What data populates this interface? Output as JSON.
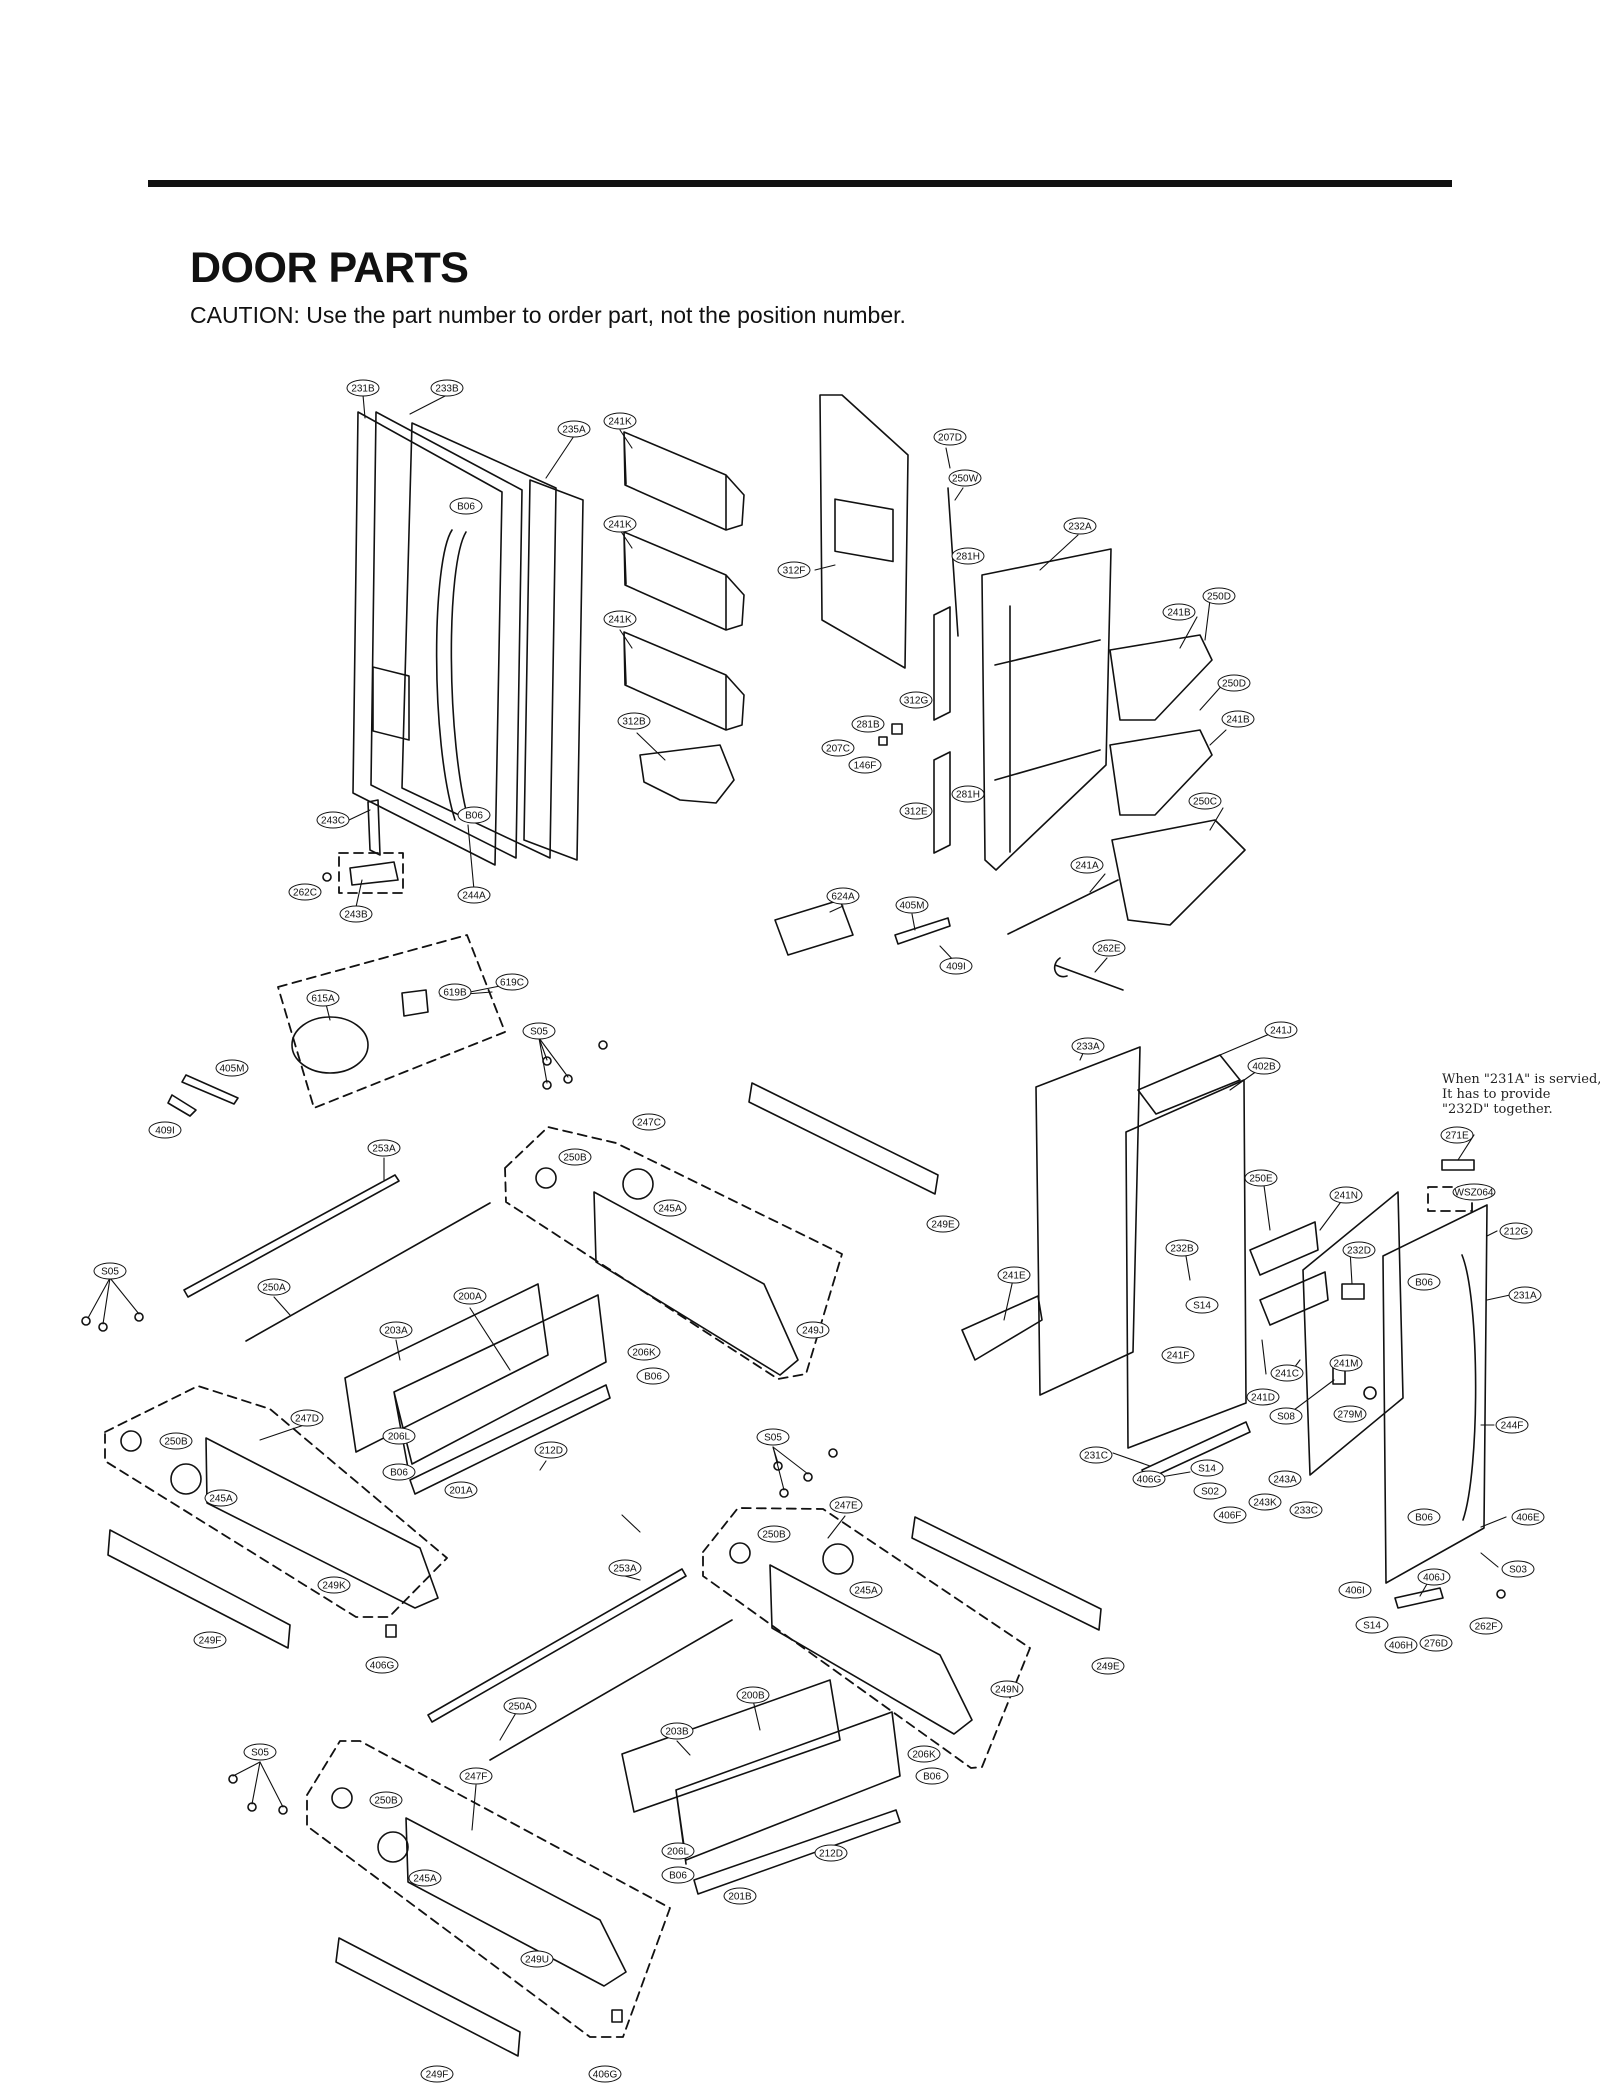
{
  "page": {
    "title": "DOOR PARTS",
    "caution": "CAUTION: Use the part number to order part, not the position number."
  },
  "note": {
    "lines": [
      "When \"231A\" is servied,",
      "It has to provide",
      "\"232D\" together."
    ]
  },
  "callouts": [
    "231B",
    "233B",
    "235A",
    "241K",
    "241K",
    "241K",
    "B06",
    "312B",
    "243C",
    "B06",
    "262C",
    "243B",
    "244A",
    "207D",
    "250W",
    "312F",
    "281H",
    "232A",
    "241B",
    "250D",
    "250D",
    "241B",
    "312G",
    "281B",
    "146F",
    "207C",
    "281H",
    "312E",
    "250C",
    "241A",
    "624A",
    "405M",
    "409I",
    "262E",
    "615A",
    "619B",
    "619C",
    "S05",
    "405M",
    "409I",
    "233A",
    "241J",
    "402B",
    "271E",
    "WSZ064",
    "212G",
    "231A",
    "250E",
    "241N",
    "232D",
    "B06",
    "232B",
    "241E",
    "S14",
    "241F",
    "241M",
    "241C",
    "241D",
    "S08",
    "279M",
    "244F",
    "231C",
    "S14",
    "406G",
    "S02",
    "243A",
    "406F",
    "243K",
    "233C",
    "B06",
    "406E",
    "406J",
    "S03",
    "406I",
    "S14",
    "406H",
    "276D",
    "262F",
    "253A",
    "247C",
    "250B",
    "245A",
    "249E",
    "249J",
    "S05",
    "250A",
    "200A",
    "203A",
    "206K",
    "B06",
    "247D",
    "250B",
    "245A",
    "206L",
    "B06",
    "212D",
    "201A",
    "249K",
    "249F",
    "406G",
    "S05",
    "247E",
    "250B",
    "245A",
    "253A",
    "249N",
    "249E",
    "250A",
    "200B",
    "203B",
    "206K",
    "B06",
    "206L",
    "B06",
    "212D",
    "201B",
    "S05",
    "247F",
    "250B",
    "245A",
    "249U",
    "249F",
    "406G"
  ]
}
